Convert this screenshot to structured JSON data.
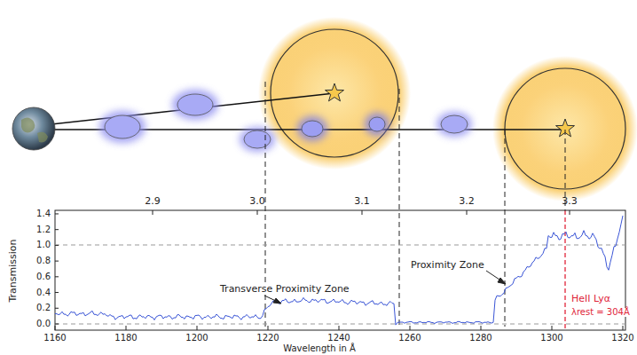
{
  "diagram": {
    "labels": [
      "2.9",
      "3.0",
      "3.1",
      "3.2",
      "3.3",
      "1.4",
      "1.2",
      "1.0",
      "0.8",
      "0.6",
      "0.4",
      "0.2",
      "0.0",
      "Transmission",
      "1160",
      "1180",
      "1200",
      "1220",
      "1240",
      "1260",
      "1280",
      "1300",
      "1320",
      "Wavelength in Å",
      "Transverse Proximity Zone",
      "Proximity Zone",
      "HeII Lyα",
      "λrest = 304Å"
    ]
  }
}
